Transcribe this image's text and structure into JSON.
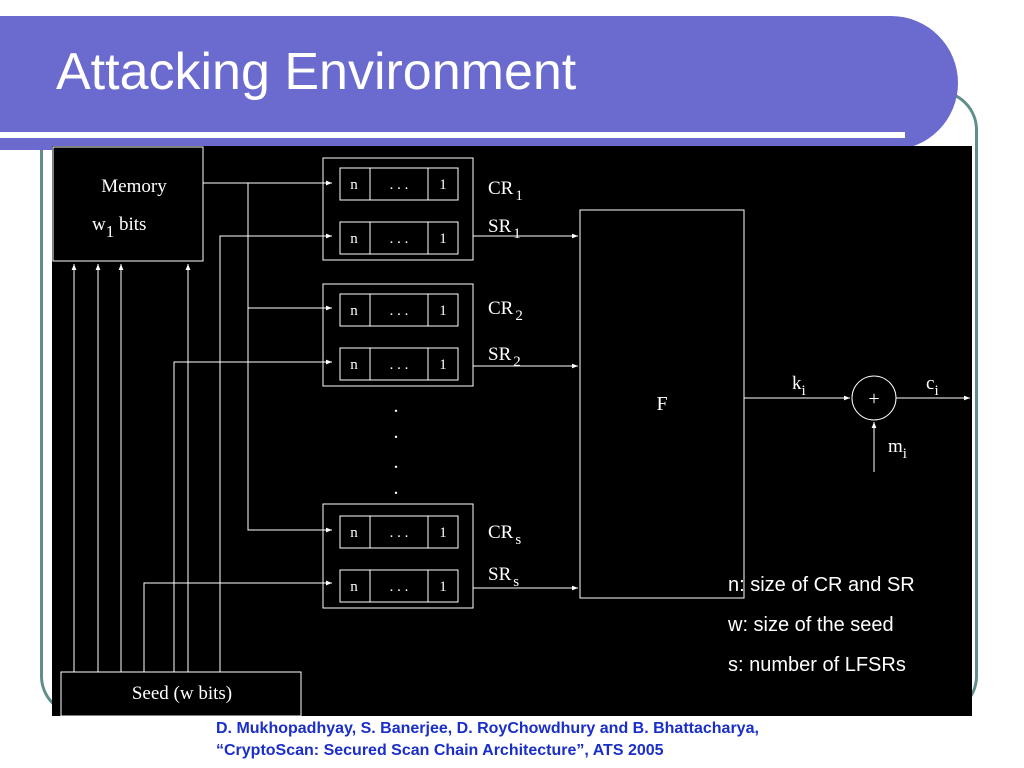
{
  "slide": {
    "title": "Attacking Environment"
  },
  "diagram": {
    "memory": {
      "line1": "Memory",
      "line2": "w",
      "line2_sub": "1",
      "line2_rest": " bits"
    },
    "seed": "Seed (w bits)",
    "register_cells": {
      "msb": "n",
      "dots": ". . .",
      "lsb": "1"
    },
    "registers": [
      {
        "label": "CR",
        "sub": "1"
      },
      {
        "label": "SR",
        "sub": "1"
      },
      {
        "label": "CR",
        "sub": "2"
      },
      {
        "label": "SR",
        "sub": "2"
      },
      {
        "label": "CR",
        "sub": "s"
      },
      {
        "label": "SR",
        "sub": "s"
      }
    ],
    "function_block": "F",
    "xor_symbol": "+",
    "k_label": {
      "main": "k",
      "sub": "i"
    },
    "c_label": {
      "main": "c",
      "sub": "i"
    },
    "m_label": {
      "main": "m",
      "sub": "i"
    },
    "vertical_dots": "."
  },
  "notes": [
    "n: size of CR and SR",
    "w: size of the seed",
    "s: number of LFSRs"
  ],
  "citation": {
    "line1": "D. Mukhopadhyay, S. Banerjee, D. RoyChowdhury and B. Bhattacharya,",
    "line2": "“CryptoScan: Secured Scan Chain Architecture”, ATS 2005"
  }
}
